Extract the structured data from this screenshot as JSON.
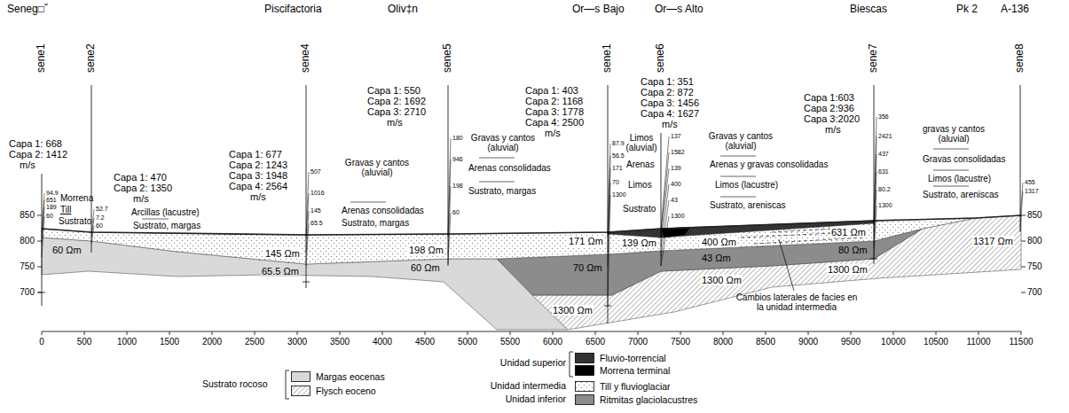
{
  "diagram": {
    "labels": [
      "Seneg□ˇ",
      "Piscifactoria",
      "Oliv‡n",
      "Or—s Bajo",
      "Or—s Alto",
      "Biescas",
      "Pk 2",
      "A-136",
      "sene1",
      "sene2",
      "sene4",
      "sene5",
      "sene1",
      "sene6",
      "sene7",
      "sene8",
      "Capa 1: 668",
      "Capa 2: 1412",
      "m/s",
      "Capa 1: 470",
      "Capa 2: 1350",
      "m/s",
      "Capa 1: 677",
      "Capa 2: 1243",
      "Capa 3: 1948",
      "Capa 4: 2564",
      "m/s",
      "Capa 1: 550",
      "Capa 2: 1692",
      "Capa 3: 2710",
      "m/s",
      "Capa 1: 403",
      "Capa 2: 1168",
      "Capa 3: 1778",
      "Capa 4: 2500",
      "m/s",
      "Capa 1: 351",
      "Capa 2: 872",
      "Capa 3: 1456",
      "Capa 4: 1627",
      "m/s",
      "Capa 1:603",
      "Capa 2:936",
      "Capa 3:2020",
      "m/s",
      "94.9",
      "651",
      "189",
      "60",
      "Morrena",
      "Till",
      "Sustrato",
      "52.7",
      "7.2",
      "60",
      "Arcillas (lacustre)",
      "Sustrato, margas",
      "507",
      "1016",
      "145",
      "65.5",
      "Gravas y cantos (aluvial)",
      "Arenas consolidadas",
      "Sustrato, margas",
      "180",
      "946",
      "198",
      "60",
      "Gravas y cantos (aluvial)",
      "Arenas consolidadas",
      "Sustrato, margas",
      "87.9",
      "56.5",
      "171",
      "70",
      "1300",
      "Limos (aluvial)",
      "Arenas",
      "Limos",
      "Sustrato",
      "137",
      "1582",
      "139",
      "400",
      "43",
      "1300",
      "Gravas y cantos (aluvial)",
      "Arenas y gravas consolidadas",
      "Limos (lacustre)",
      "Sustrato, areniscas",
      "356",
      "2421",
      "437",
      "631",
      "80.2",
      "1300",
      "gravas y cantos (aluvial)",
      "Gravas consolidadas",
      "Limos (lacustre)",
      "Sustrato, areniscas",
      "455",
      "1317",
      "60 Ωm",
      "145 Ωm",
      "65.5 Ωm",
      "198 Ωm",
      "60 Ωm",
      "171 Ωm",
      "139 Ωm",
      "400 Ωm",
      "70 Ωm",
      "43 Ωm",
      "1300 Ωm",
      "1300 Ωm",
      "631 Ωm",
      "80 Ωm",
      "1300 Ωm",
      "1317 Ωm",
      "Cambios laterales de facies en la unidad intermedia",
      "0",
      "500",
      "1000",
      "1500",
      "2000",
      "2500",
      "3000",
      "3500",
      "4000",
      "4500",
      "5000",
      "5500",
      "6000",
      "6500",
      "7000",
      "7500",
      "8000",
      "8500",
      "9000",
      "9500",
      "10000",
      "10500",
      "11000",
      "11500",
      "850",
      "800",
      "750",
      "700",
      "850",
      "800",
      "750",
      "700",
      "Sustrato rocoso",
      "Unidad superior",
      "Unidad intermedia",
      "Unidad inferior"
    ],
    "legend": [
      {
        "text": "Margas eocenas",
        "color": "#d9d9d9"
      },
      {
        "text": "Flysch eoceno"
      },
      {
        "text": "Fluvio-torrencial"
      },
      {
        "text": "Morrena terminal",
        "color": "#000000"
      },
      {
        "text": "Till y fluvioglaciar"
      },
      {
        "text": "Ritmitas glaciolacustres",
        "color": "#8c8c8c"
      }
    ]
  }
}
